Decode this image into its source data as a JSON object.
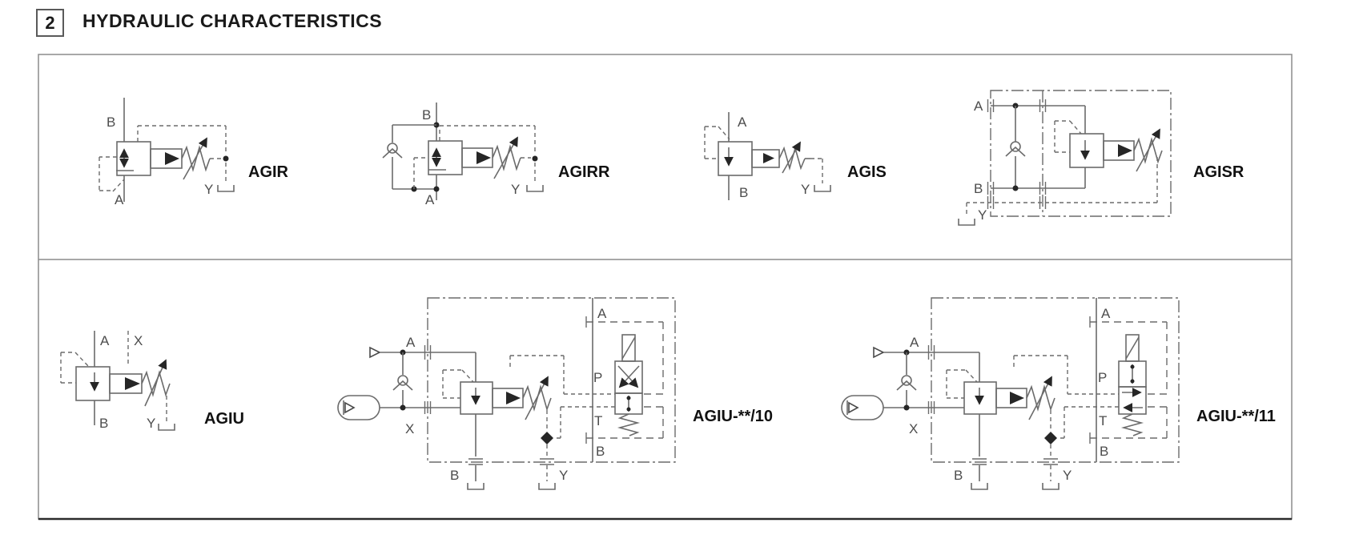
{
  "header": {
    "number": "2",
    "title": "HYDRAULIC CHARACTERISTICS"
  },
  "colors": {
    "line": "#6b6b6b",
    "filled": "#262626",
    "frame": "#8c8c8c",
    "port_label": "#4d4d4d",
    "name_label": "#111111"
  },
  "diagrams": {
    "agir": {
      "name": "AGIR",
      "ports": {
        "b": "B",
        "a": "A",
        "y": "Y"
      }
    },
    "agirr": {
      "name": "AGIRR",
      "ports": {
        "b": "B",
        "a": "A",
        "y": "Y"
      }
    },
    "agis": {
      "name": "AGIS",
      "ports": {
        "a": "A",
        "b": "B",
        "y": "Y"
      }
    },
    "agisr": {
      "name": "AGISR",
      "ports": {
        "a": "A",
        "b": "B",
        "y": "Y"
      }
    },
    "agiu": {
      "name": "AGIU",
      "ports": {
        "a": "A",
        "x": "X",
        "b": "B",
        "y": "Y"
      }
    },
    "agiu10": {
      "name": "AGIU-**/10",
      "ports": {
        "a_inlet": "A",
        "x_pilot": "X",
        "b_drain": "B",
        "y_drain": "Y",
        "valve_a": "A",
        "valve_p": "P",
        "valve_t": "T",
        "valve_b": "B"
      }
    },
    "agiu11": {
      "name": "AGIU-**/11",
      "ports": {
        "a_inlet": "A",
        "x_pilot": "X",
        "b_drain": "B",
        "y_drain": "Y",
        "valve_a": "A",
        "valve_p": "P",
        "valve_t": "T",
        "valve_b": "B"
      }
    }
  }
}
